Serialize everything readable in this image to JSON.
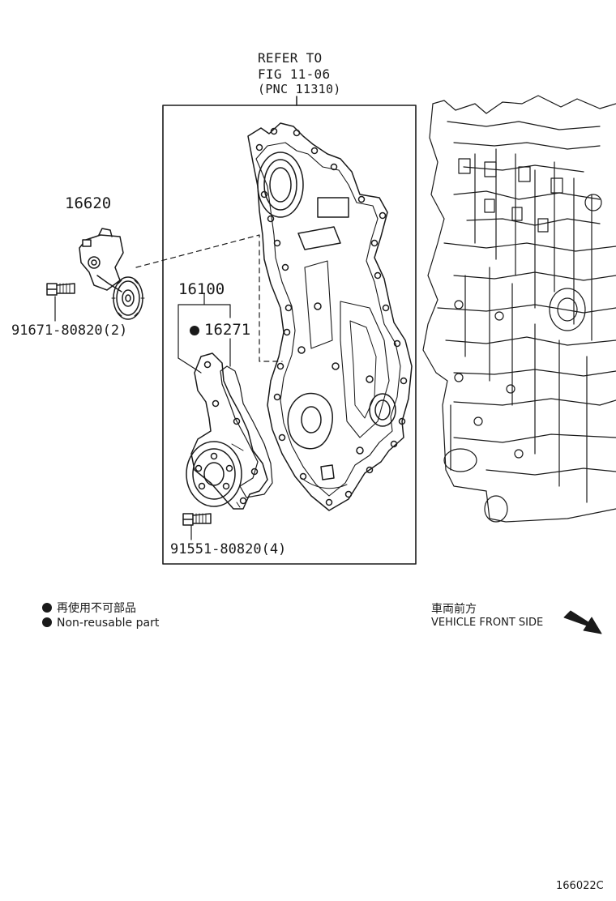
{
  "refer": {
    "line1": "REFER TO",
    "line2": "FIG 11-06",
    "line3": "(PNC 11310)"
  },
  "parts": {
    "tensioner": "16620",
    "tensioner_bolt": "91671-80820(2)",
    "water_pump": "16100",
    "gasket": "16271",
    "pump_bolt": "91551-80820(4)"
  },
  "legend": {
    "jp": "再使用不可部品",
    "en": "Non-reusable part"
  },
  "direction": {
    "jp": "車両前方",
    "en": "VEHICLE FRONT SIDE",
    "arrow_icon": "arrow-down-right-icon"
  },
  "figure_id": "166022C",
  "colors": {
    "line": "#1a1a1a",
    "background": "#ffffff"
  }
}
